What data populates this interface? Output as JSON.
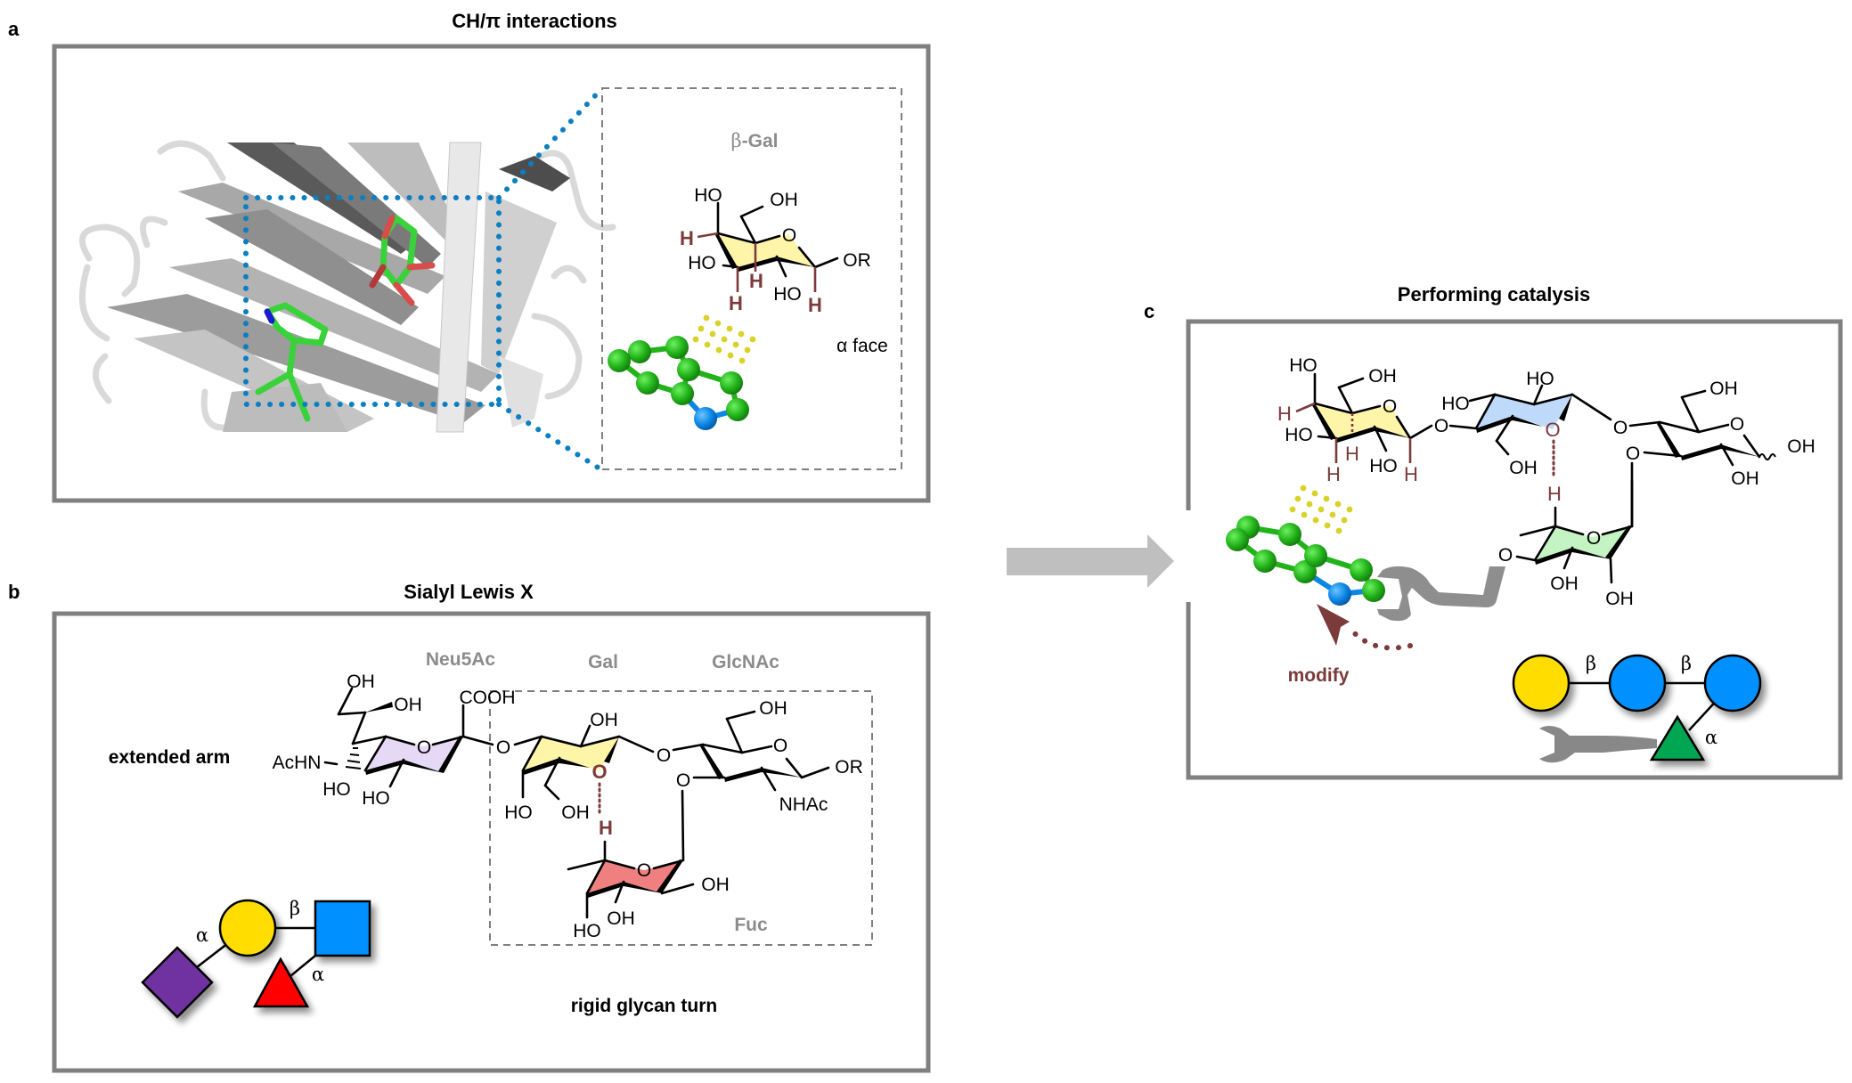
{
  "figure": {
    "panels": {
      "a": {
        "letter": "a",
        "title": "CH/π interactions",
        "inset": {
          "sugar_label_prefix": "β",
          "sugar_label": "-Gal",
          "labels": {
            "ho_top": "HO",
            "oh_top": "OH",
            "h_left": "H",
            "ho_left": "HO",
            "h_c5": "H",
            "h_c3": "H",
            "ho_c2": "HO",
            "h_c1": "H",
            "or": "OR"
          },
          "face_label": "α face"
        },
        "icons": [
          "protein-ribbon-icon",
          "indole-ball-stick-icon",
          "ch-pi-contact-dots-icon"
        ]
      },
      "b": {
        "letter": "b",
        "title": "Sialyl Lewis X",
        "sugar_names": {
          "neu5ac": "Neu5Ac",
          "gal": "Gal",
          "glcnac": "GlcNAc",
          "fuc": "Fuc"
        },
        "labels": {
          "oh_glycerol_top": "OH",
          "oh_glycerol_mid": "OH",
          "cooh": "COOH",
          "achn": "AcHN",
          "ho_c7": "HO",
          "ho_c4": "HO",
          "o_link1": "O",
          "oh_gal_top": "OH",
          "ho_gal_bottom": "HO",
          "oh_gal_c6": "OH",
          "o_gal_ring_hbond": "O",
          "h_fuc_hbond": "H",
          "o_link2": "O",
          "o_link3": "O",
          "oh_glcnac_c6": "OH",
          "o_glcnac_ring": "O",
          "or": "OR",
          "nhac": "NHAc",
          "oh_fuc_c2": "OH",
          "oh_fuc_c3": "OH",
          "ho_fuc_c4": "HO",
          "o_neu_ring": "O",
          "o_gal_ring": "O",
          "o_fuc_ring": "O"
        },
        "notes": {
          "extended_arm": "extended arm",
          "rigid_turn": "rigid glycan turn"
        },
        "snfg": {
          "linkage_neu_gal": "α",
          "linkage_gal_glcnac": "β",
          "linkage_fuc_glcnac": "α",
          "colors": {
            "neu5ac": "#7030a0",
            "gal": "#ffdd00",
            "glcnac": "#0090ff",
            "fuc": "#ff0000"
          }
        }
      },
      "c": {
        "letter": "c",
        "title": "Performing catalysis",
        "labels": {
          "ho_top": "HO",
          "oh_c6": "OH",
          "o_ring1": "O",
          "h_left": "H",
          "ho_left": "HO",
          "h_c5": "H",
          "h_c3": "H",
          "ho_c2": "HO",
          "h_c1": "H",
          "o_link1": "O",
          "ho_gal2_top": "HO",
          "ho_gal2_left": "HO",
          "o_gal2_left": "O",
          "o_gal2_ring": "O",
          "oh_gal2_c6": "OH",
          "h_hbond": "H",
          "o_link2": "O",
          "o_link3": "O",
          "oh_glc_c6": "OH",
          "o_glc_ring": "O",
          "oh_glc_c1": "OH",
          "oh_glc_c2": "OH",
          "h_fuc": "H",
          "o_fuc_ring": "O",
          "o_fuc_link": "O",
          "oh_fuc_c3": "OH",
          "oh_fuc_c2": "OH"
        },
        "action_label": "modify",
        "snfg": {
          "linkage_1": "β",
          "linkage_2": "β",
          "linkage_3": "α",
          "colors": {
            "gal": "#ffdd00",
            "glc1": "#0090ff",
            "glc2": "#0090ff",
            "fuc": "#00a651"
          }
        },
        "icons": [
          "wrench-icon",
          "indole-ball-stick-icon",
          "curved-dotted-arrow-icon"
        ]
      }
    },
    "transition_arrow": "right-arrow-icon",
    "colors": {
      "frame": "#808080",
      "hbond": "#7b3b3b",
      "ring_gal": "#fff5a8",
      "ring_neu": "#e6d9f5",
      "ring_glc_blue": "#bfd9fb",
      "ring_fuc_red": "#f08080",
      "ring_fuc_green": "#c4f4c4",
      "arrow": "#bfbfbf"
    }
  }
}
